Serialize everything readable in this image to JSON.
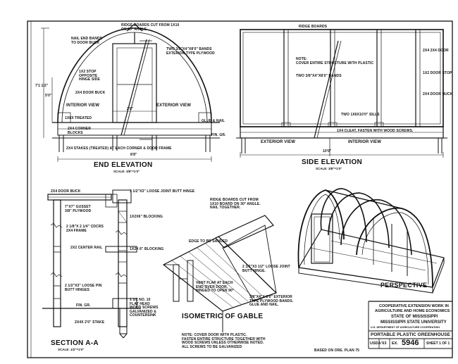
{
  "views": {
    "end_elevation": {
      "title": "END ELEVATION",
      "scale": "SCALE: 3/8\"=1'0\""
    },
    "side_elevation": {
      "title": "SIDE ELEVATION",
      "scale": "SCALE: 3/8\"=1'0\""
    },
    "section": {
      "title": "SECTION  A-A",
      "scale": "SCALE: 1/2\"=1'0\""
    },
    "isometric": {
      "title": "ISOMETRIC OF GABLE"
    },
    "perspective": {
      "title": "PERSPECTIVE"
    }
  },
  "end_labels": {
    "ridge": "RIDGE BOARDS CUT FROM 1x10\nON 30° ANGLE",
    "nail_end": "NAIL END BANDS\nTO DOOR BUCK",
    "bands": "TWO 3/8\"x4\"x8'0\" BANDS\nEXTERIOR TYPE PLYWOOD",
    "stop": "1x2 STOP\nOPPOSITE\nHINGE SIDE",
    "door_buck": "2x4 DOOR BUCK",
    "interior": "INTERIOR VIEW",
    "exterior": "EXTERIOR VIEW",
    "treated": "1x8x TREATED",
    "corner": "2x4 CORNER\nBLOCKS",
    "glue": "GLUE & NAIL",
    "fin_gr": "FIN. GR.",
    "stakes": "2x4 STAKES (TREATED) AT EACH CORNER & DOOR FRAME",
    "width": "8'8\"",
    "door_w": "2'8\"",
    "height_a": "5'0\"",
    "height_b": "7'1 1/2\""
  },
  "side_labels": {
    "ridge": "RIDGE BOARDS",
    "note": "NOTE:\nCOVER ENTIRE STRUCTURE WITH PLASTIC",
    "bands": "TWO 3/8\"x4\"x8'0\" BANDS",
    "door": "2x4 2x4 DOOR",
    "stop": "1x2 DOOR STOP",
    "buck": "2x4 DOOR BUCK",
    "cleat_sills": "TWO 1x6x10'0\" SILLS",
    "cleat": "1x4 CLEAT, FASTEN WITH WOOD SCREWS.",
    "exterior": "EXTERIOR VIEW",
    "interior": "INTERIOR VIEW",
    "length": "10'0\""
  },
  "section_labels": {
    "buck": "2x4 DOOR BUCK",
    "hinge": "1 1/2\"x3\" LOOSE JOINT BUTT HINGE",
    "gusset": "7\"x7\" GUSSET\n3/8\" PLYWOOD",
    "blocking1": "1x2x6\" BLOCKING",
    "frame": "2 1/8\"x 2 1/4\" CDCRS\n2x4 FRAME",
    "rail": "2x2 CENTER RAIL",
    "blocking2": "1x2x 6\" BLOCKING",
    "pin": "2 1/2\"x3\" LOOSE PIN\nBUTT HINGES",
    "screws": "1 1/2 NO. 10\nFLAT HEAD\nWOOD SCREWS\nGALVANIZED &\nCOUNTERSINK",
    "fin_gr": "FIN. GR.",
    "stake": "2x4x 2'0\" STAKE"
  },
  "gable_labels": {
    "ridge": "RIDGE BOARDS CUT FROM\n1x10 BOARD ON 30° ANGLE.\nNAIL TOGETHER.",
    "edge": "EDGE TO BE SANDED",
    "hinge": "2 1/2\"x3 1/2\" LOOSE JOINT\nBUTT HINGE.",
    "vent": "VENT FLAP AT EACH\nEND OVER DOOR,\nHINGED TO OPEN 90°",
    "bands": "3/8\"x4\"x 8'0\" EXTERIOR\nTYPE PLYWOOD BANDS.\nGLUE AND NAIL."
  },
  "note": "NOTE:  COVER DOOR WITH PLASTIC.\nFASTEN ENTIRE STRUCTURE TOGETHER WITH\nWOOD SCREWS UNLESS OTHERWISE NOTED.\nALL SCREWS TO BE GALVANIZED",
  "based_on": "BASED ON ORE. PLAN 75",
  "title_block": {
    "org_line1": "COOPERATIVE EXTENSION WORK IN",
    "org_line2": "AGRICULTURE AND HOME ECONOMICS",
    "state": "STATE OF MISSISSIPPI",
    "university": "MISSISSIPPI STATE UNIVERSITY",
    "dept": "U.S. DEPARTMENT OF AGRICULTURE COOPERATING",
    "drawing_title": "PORTABLE PLASTIC GREENHOUSE",
    "usda": "USDA",
    "year": "'63",
    "ex_label": "EX.",
    "ex_number": "5946",
    "sheet": "SHEET 1 OF 1"
  }
}
